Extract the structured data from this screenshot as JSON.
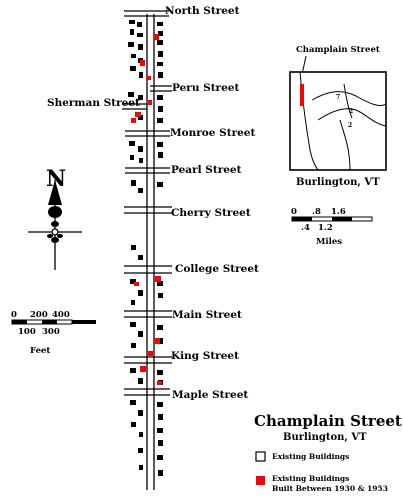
{
  "map": {
    "streets": [
      {
        "id": "north",
        "label": "North Street"
      },
      {
        "id": "peru",
        "label": "Peru Street"
      },
      {
        "id": "sherman",
        "label": "Sherman Street"
      },
      {
        "id": "monroe",
        "label": "Monroe Street"
      },
      {
        "id": "pearl",
        "label": "Pearl Street"
      },
      {
        "id": "cherry",
        "label": "Cherry Street"
      },
      {
        "id": "college",
        "label": "College Street"
      },
      {
        "id": "main",
        "label": "Main Street"
      },
      {
        "id": "king",
        "label": "King Street"
      },
      {
        "id": "maple",
        "label": "Maple Street"
      }
    ],
    "north_symbol": "N",
    "feet_scale": {
      "top_ticks": [
        "0",
        "200",
        "400"
      ],
      "bottom_ticks": [
        "100",
        "300"
      ],
      "unit": "Feet"
    },
    "miles_scale": {
      "top_ticks": [
        "0",
        ".8",
        "1.6"
      ],
      "bottom_ticks": [
        ".4",
        "1.2"
      ],
      "unit": "Miles"
    },
    "inset": {
      "label": "Champlain Street",
      "caption": "Burlington, VT"
    },
    "legend": {
      "title": "Champlain Street",
      "subtitle": "Burlington, VT",
      "existing_label": "Existing Buildings",
      "new_label_line1": "Existing Buildings",
      "new_label_line2": "Built Between 1930 & 1953",
      "new_color": "#ff0000"
    }
  }
}
